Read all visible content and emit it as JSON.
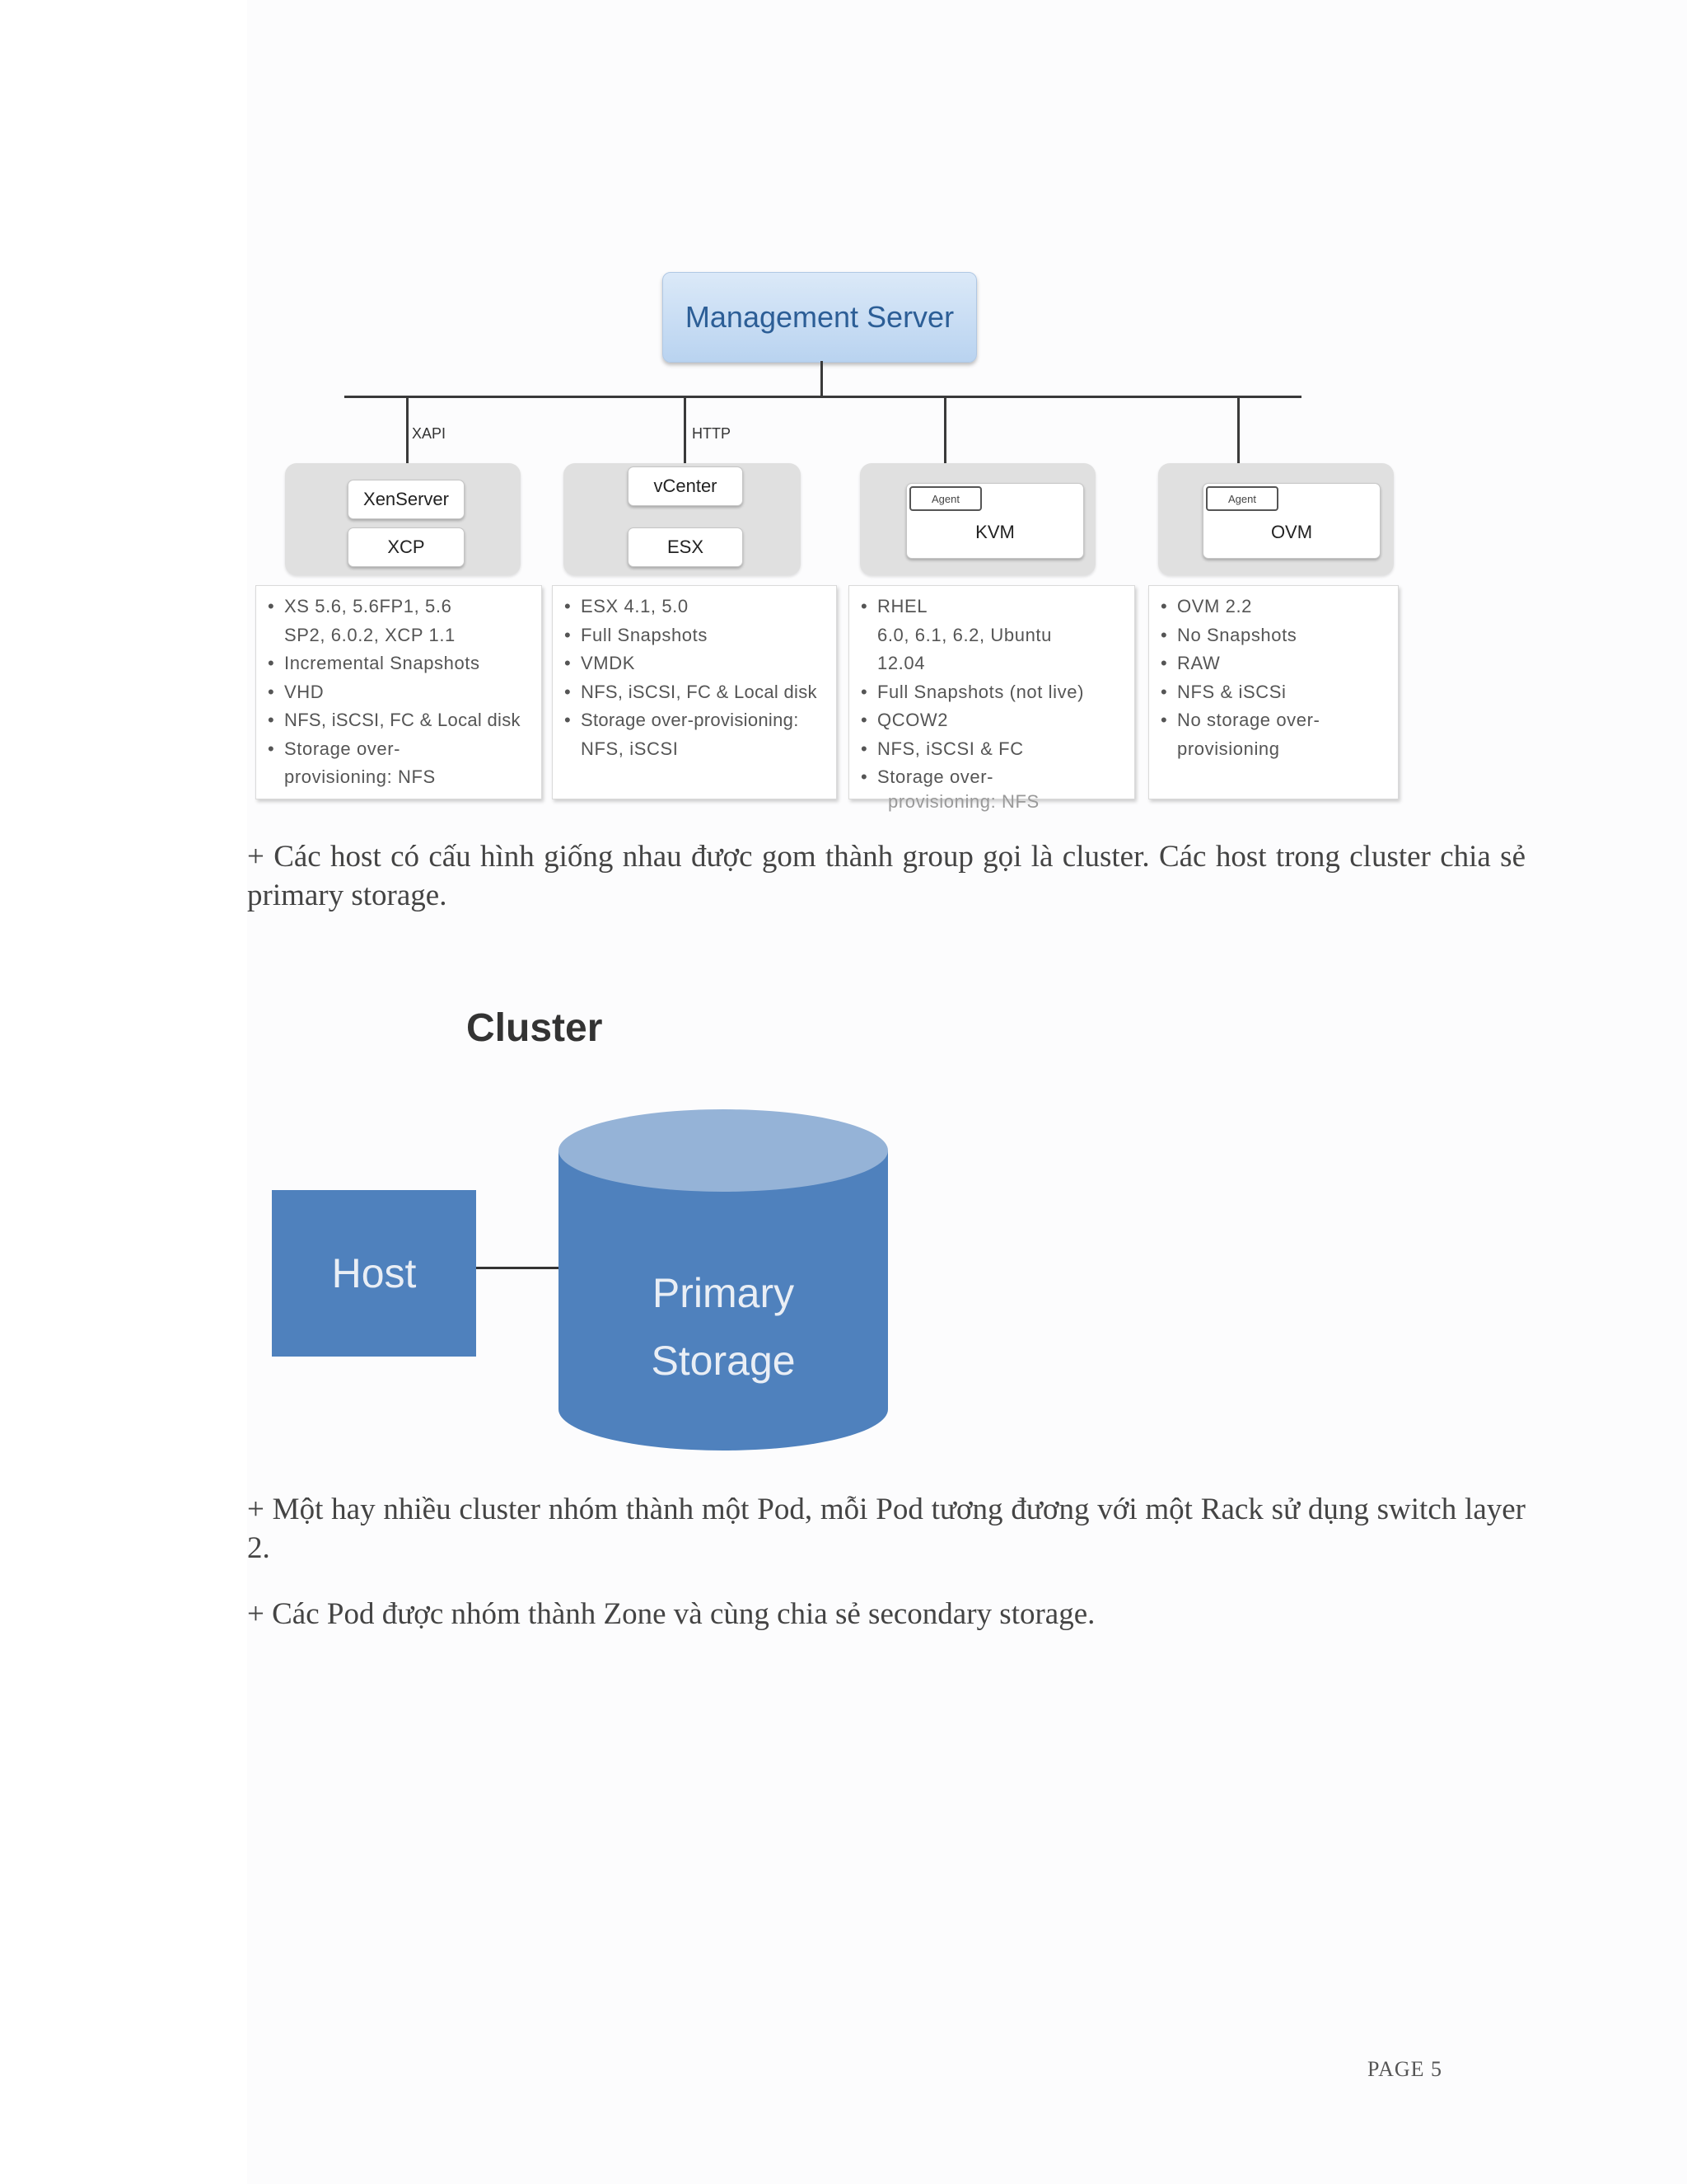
{
  "figure1": {
    "management_server": "Management Server",
    "protocols": [
      "XAPI",
      "HTTP"
    ],
    "hypervisors": [
      {
        "top_label": "XenServer",
        "bottom_label": "XCP",
        "features": [
          "XS 5.6, 5.6FP1, 5.6",
          "SP2, 6.0.2, XCP 1.1",
          "Incremental Snapshots",
          "VHD",
          "NFS, iSCSI, FC & Local disk",
          "Storage over-",
          "provisioning: NFS"
        ]
      },
      {
        "top_label": "vCenter",
        "bottom_label": "ESX",
        "features": [
          "ESX 4.1, 5.0",
          "Full Snapshots",
          "VMDK",
          "NFS, iSCSI, FC & Local disk",
          "Storage over-provisioning:",
          "NFS, iSCSI"
        ]
      },
      {
        "agent_label": "Agent",
        "main_label": "KVM",
        "features": [
          "RHEL",
          "6.0, 6.1, 6.2, Ubuntu",
          "12.04",
          "Full Snapshots (not live)",
          "QCOW2",
          "NFS, iSCSI & FC",
          "Storage over-",
          "provisioning: NFS"
        ]
      },
      {
        "agent_label": "Agent",
        "main_label": "OVM",
        "features": [
          "OVM 2.2",
          "No Snapshots",
          "RAW",
          "NFS & iSCSi",
          "No storage over-",
          "provisioning"
        ]
      }
    ]
  },
  "paragraphs": {
    "p1": "+ Các host có cấu hình giống nhau được gom thành group gọi là cluster. Các host trong cluster chia sẻ primary storage.",
    "p2": "+ Một hay nhiều cluster nhóm thành một Pod, mỗi Pod tương đương với một Rack sử dụng switch layer 2.",
    "p3": "+ Các Pod được nhóm thành Zone và cùng chia sẻ secondary storage."
  },
  "figure2": {
    "title": "Cluster",
    "host_label": "Host",
    "storage_line1": "Primary",
    "storage_line2": "Storage",
    "colors": {
      "box": "#4f81bd",
      "cylinder_top": "#95b3d7"
    }
  },
  "footer": {
    "page_label": "PAGE 5"
  }
}
